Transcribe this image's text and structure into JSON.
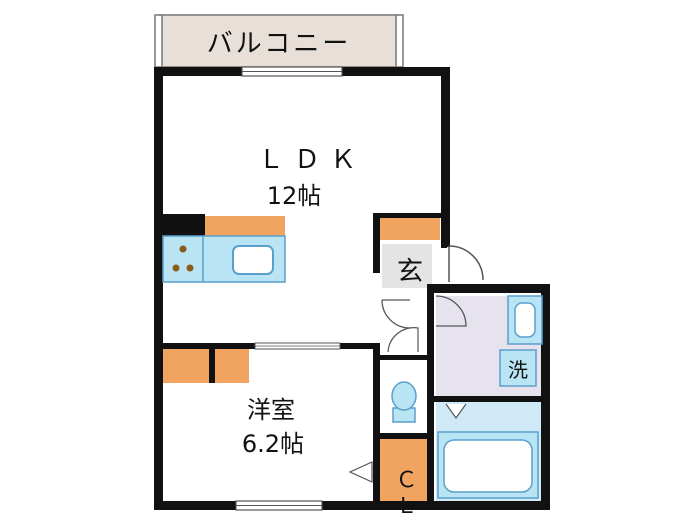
{
  "rooms": {
    "balcony": "バルコニー",
    "ldk_name": "ＬＤＫ",
    "ldk_size": "12帖",
    "entrance": "玄",
    "washer": "洗",
    "western_name": "洋室",
    "western_size": "6.2帖",
    "closet": "ＣＬ"
  },
  "colors": {
    "wall": "#111111",
    "balcony_fill": "#e8e0d8",
    "fixture_orange": "#f0a460",
    "fixture_blue": "#b8e4f4",
    "fixture_outline": "#5aa0cc",
    "washroom_fill": "#e6e2ee",
    "entrance_fill": "#e4e4e4"
  }
}
